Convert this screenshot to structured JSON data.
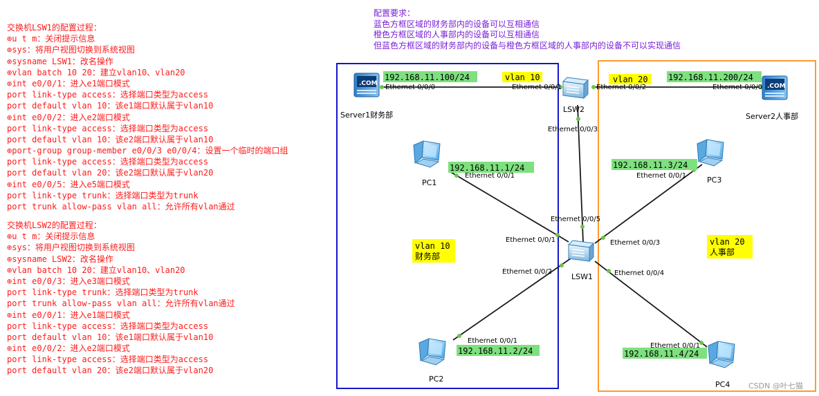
{
  "lsw1_config": {
    "lines": [
      "交换机LSW1的配置过程：",
      "⊕u t m：关闭提示信息",
      "⊕sys：将用户视图切换到系统视图",
      "⊕sysname LSW1：改名操作",
      "⊕vlan batch 10 20：建立vlan10、vlan20",
      "⊕int e0/0/1：进入e1端口模式",
      "port link-type access：选择端口类型为access",
      "port default vlan 10：该e1端口默认属于vlan10",
      "⊕int e0/0/2：进入e2端口模式",
      "port link-type access：选择端口类型为access",
      "port default vlan 10：该e2端口默认属于vlan10",
      "⊕port-group group-member e0/0/3 e0/0/4：设置一个临时的端口组",
      "port link-type access：选择端口类型为access",
      "port default vlan 20：该e2端口默认属于vlan20",
      "⊕int e0/0/5：进入e5端口模式",
      "port link-type trunk：选择端口类型为trunk",
      "port trunk allow-pass vlan all：允许所有vlan通过"
    ]
  },
  "lsw2_config": {
    "lines": [
      "交换机LSW2的配置过程：",
      "⊕u t m：关闭提示信息",
      "⊕sys：将用户视图切换到系统视图",
      "⊕sysname LSW2：改名操作",
      "⊕vlan batch 10 20：建立vlan10、vlan20",
      "⊕int e0/0/3：进入e3端口模式",
      "port link-type trunk：选择端口类型为trunk",
      "port trunk allow-pass vlan all：允许所有vlan通过",
      "⊕int e0/0/1：进入e1端口模式",
      "port link-type access：选择端口类型为access",
      "port default vlan 10：该e1端口默认属于vlan10",
      "⊕int e0/0/2：进入e2端口模式",
      "port link-type access：选择端口类型为access",
      "port default vlan 20：该e2端口默认属于vlan20"
    ]
  },
  "requirements": {
    "lines": [
      "配置要求：",
      "蓝色方框区域的财务部内的设备可以互相通信",
      "橙色方框区域的人事部内的设备可以互相通信",
      "但蓝色方框区域的财务部内的设备与橙色方框区域的人事部内的设备不可以实现通信"
    ]
  },
  "topology": {
    "devices": {
      "server1": {
        "label": "Server1财务部",
        "badge": ".COM"
      },
      "server2": {
        "label": "Server2人事部",
        "badge": ".COM"
      },
      "lsw2": {
        "label": "LSW2"
      },
      "lsw1": {
        "label": "LSW1"
      },
      "pc1": {
        "label": "PC1"
      },
      "pc2": {
        "label": "PC2"
      },
      "pc3": {
        "label": "PC3"
      },
      "pc4": {
        "label": "PC4"
      }
    },
    "ips": {
      "server1": "192.168.11.100/24",
      "server2": "192.168.11.200/24",
      "pc1": "192.168.11.1/24",
      "pc2": "192.168.11.2/24",
      "pc3": "192.168.11.3/24",
      "pc4": "192.168.11.4/24"
    },
    "ports": {
      "server1_eth": "Ethernet 0/0/0",
      "lsw2_e1": "Ethernet 0/0/1",
      "lsw2_e2": "Ethernet 0/0/2",
      "server2_eth": "Ethernet 0/0/0",
      "lsw2_e3": "Ethernet 0/0/3",
      "lsw1_e5": "Ethernet 0/0/5",
      "pc1_eth": "Ethernet 0/0/1",
      "lsw1_e1": "Ethernet 0/0/1",
      "pc3_eth": "Ethernet 0/0/1",
      "lsw1_e3": "Ethernet 0/0/3",
      "lsw1_e2": "Ethernet 0/0/2",
      "pc2_eth": "Ethernet 0/0/1",
      "lsw1_e4": "Ethernet 0/0/4",
      "pc4_eth": "Ethernet 0/0/1"
    },
    "vlan_tags": {
      "link_vlan10": "vlan 10",
      "link_vlan20": "vlan 20",
      "finance_vlan": "vlan 10",
      "finance_name": "财务部",
      "hr_vlan": "vlan 20",
      "hr_name": "人事部"
    },
    "colors": {
      "finance_box": "#1515c8",
      "hr_box": "#ff9a2e",
      "ip_label_bg": "#7ee07e",
      "vlan_label_bg": "#ffff00",
      "link_dot": "#6fc24a",
      "config_text": "#ff1a1a",
      "requirement_text": "#7a1fd6"
    }
  },
  "watermark": "CSDN @叶七猫"
}
